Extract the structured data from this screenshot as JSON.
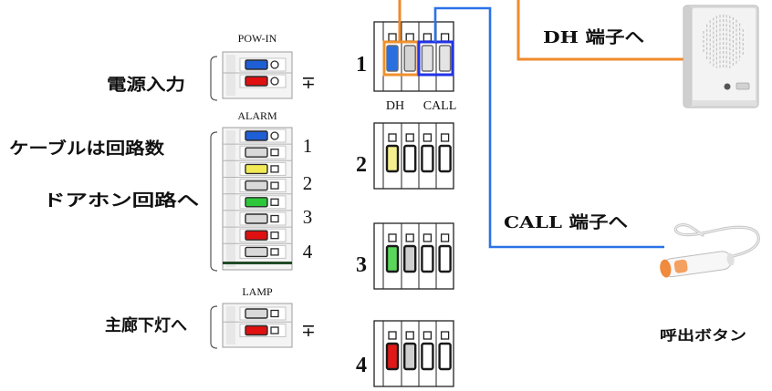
{
  "labels": {
    "power_input": "電源入力",
    "cable_note": "ケーブルは回路数",
    "doorphone_circuit": "ドアホン回路へ",
    "corridor_light": "主廊下灯へ",
    "dh_terminal": "DH 端子へ",
    "call_terminal": "CALL 端子へ",
    "call_button": "呼出ボタン"
  },
  "terminal_blocks": {
    "pow_in": {
      "title": "POW-IN",
      "symbol": "∓",
      "rows": [
        "#1f5fd6",
        "#e01010"
      ]
    },
    "alarm": {
      "title": "ALARM",
      "circuit_numbers": [
        "1",
        "2",
        "3",
        "4"
      ],
      "rows": [
        "#1f5fd6",
        "#d9d9d9",
        "#f2ea55",
        "#d9d9d9",
        "#2cc83a",
        "#d9d9d9",
        "#e01010",
        "#d9d9d9"
      ],
      "common_bar_color": "#1f4a28"
    },
    "lamp": {
      "title": "LAMP",
      "symbol": "∓",
      "rows": [
        "#d9d9d9",
        "#e01010"
      ]
    }
  },
  "connectors": [
    {
      "number": "1",
      "terminals": [
        "#2a6fe0",
        "#d4d4d4",
        "#e4e4e4",
        "#e4e4e4"
      ],
      "groups": [
        {
          "label": "DH",
          "color": "#f0902c"
        },
        {
          "label": "CALL",
          "color": "#2233e6"
        }
      ]
    },
    {
      "number": "2",
      "terminals": [
        "#f4ee8e",
        "#ffffff",
        "#ffffff",
        "#ffffff"
      ]
    },
    {
      "number": "3",
      "terminals": [
        "#5ad65a",
        "#cfcfcf",
        "#ffffff",
        "#ffffff"
      ]
    },
    {
      "number": "4",
      "terminals": [
        "#e01818",
        "#cfcfcf",
        "#ffffff",
        "#ffffff"
      ]
    }
  ],
  "wire_colors": {
    "dh": "#f08a2c",
    "call": "#2b72e8"
  },
  "icons": {
    "intercom": "door-intercom-icon",
    "call_button": "call-pendant-icon"
  }
}
